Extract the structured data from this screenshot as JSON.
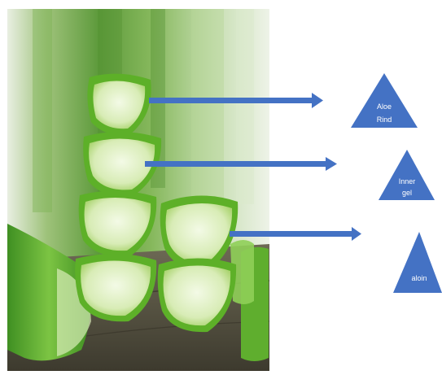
{
  "colors": {
    "arrow": "#4472c4",
    "triangle": "#4472c4",
    "label_text": "#ffffff",
    "photo_background": "#6fae43"
  },
  "photo": {
    "subject": "aloe-vera-leaf-slices-photo"
  },
  "labels": [
    {
      "lines": [
        "Aloe",
        "Rind"
      ]
    },
    {
      "lines": [
        "Inner",
        "gel"
      ]
    },
    {
      "lines": [
        "aloin"
      ]
    }
  ]
}
